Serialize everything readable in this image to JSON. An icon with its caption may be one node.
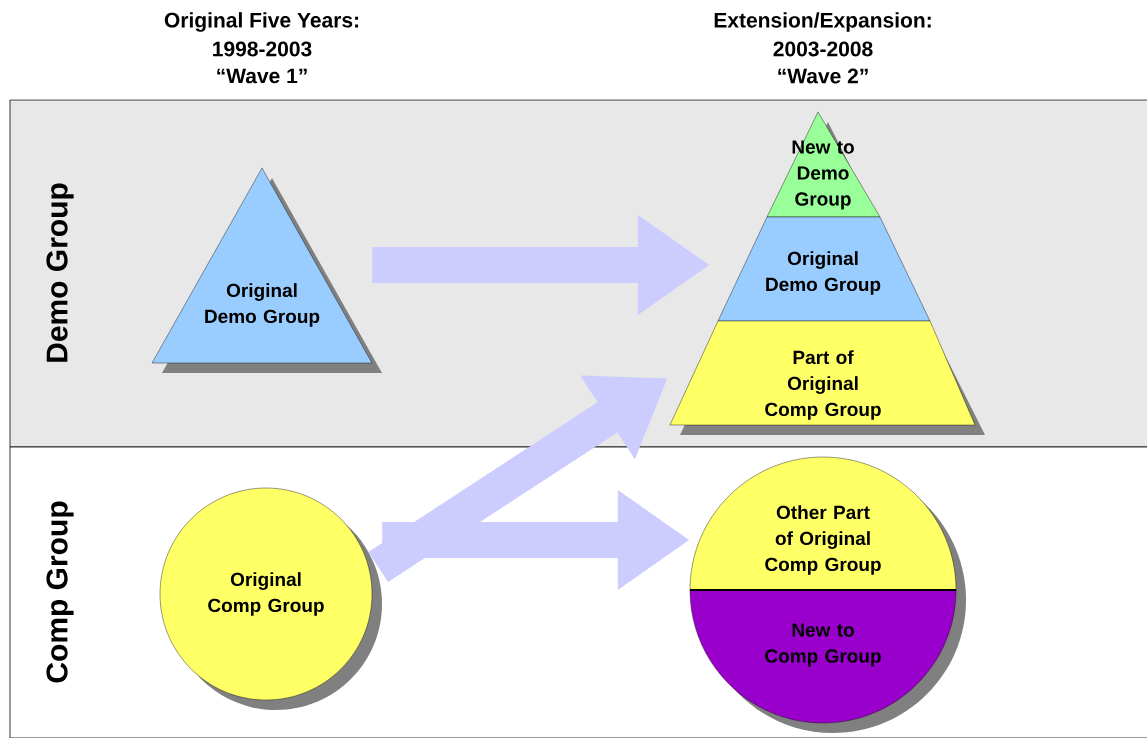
{
  "diagram": {
    "nodes": [
      {
        "text": [
          "Demo Group"
        ]
      },
      {
        "text": [
          "Comp Group"
        ]
      },
      {
        "text": [
          "Original Demo Group"
        ],
        "in": 0
      },
      {
        "text": [
          "New to Demo Group"
        ],
        "in": 0
      },
      {
        "text": [
          "Original Demo Group"
        ],
        "in": 0
      },
      {
        "text": [
          "Part of Original Comp Group"
        ],
        "in": 0
      },
      {
        "text": [
          "Original Comp Group"
        ],
        "in": 1
      },
      {
        "text": [
          "Other Part of Original Comp Group"
        ],
        "in": 1
      },
      {
        "text": [
          "New to Comp Group"
        ],
        "in": 1
      }
    ],
    "edges": [
      {
        "from": 2,
        "to": 4,
        "arrow": "to",
        "color": "#ccccff"
      },
      {
        "from": 6,
        "to": 5,
        "arrow": "to",
        "color": "#ccccff"
      },
      {
        "from": 6,
        "to": 7,
        "arrow": "to",
        "color": "#ccccff"
      }
    ],
    "labels": [
      "Original Five Years:",
      "1998-2003",
      "“Wave 1”",
      "Extension/Expansion:",
      "2003-2008",
      "“Wave 2”"
    ]
  }
}
